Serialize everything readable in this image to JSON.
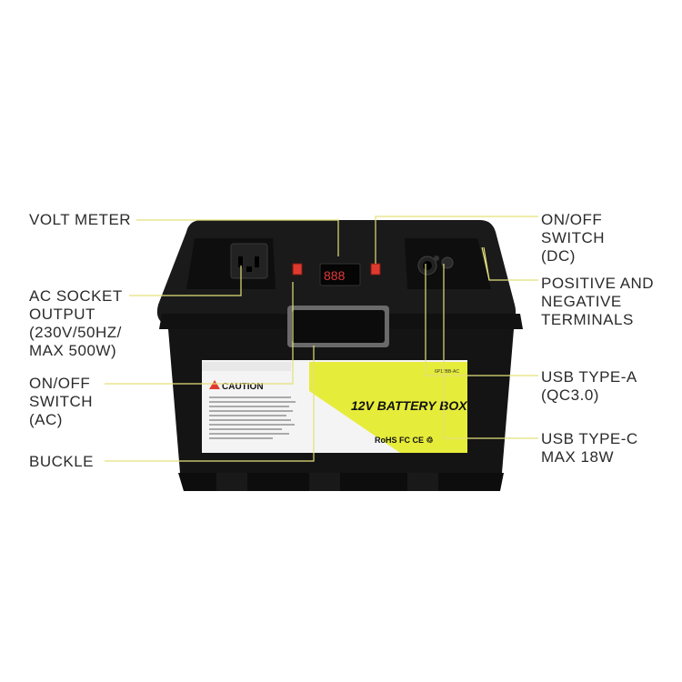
{
  "labels": {
    "volt_meter": [
      "VOLT METER"
    ],
    "ac_socket": [
      "AC SOCKET",
      "OUTPUT",
      "(230V/50HZ/",
      "MAX 500W)"
    ],
    "onoff_ac": [
      "ON/OFF",
      "SWITCH",
      "(AC)"
    ],
    "buckle": [
      "BUCKLE"
    ],
    "onoff_dc": [
      "ON/OFF",
      "SWITCH",
      "(DC)"
    ],
    "terminals": [
      "POSITIVE AND",
      "NEGATIVE",
      "TERMINALS"
    ],
    "usb_a": [
      "USB TYPE-A",
      "(QC3.0)"
    ],
    "usb_c": [
      "USB TYPE-C",
      "MAX 18W"
    ]
  },
  "product": {
    "caution": "CAUTION",
    "title": "12V BATTERY BOX",
    "model": "6P12BB-AC",
    "certs": "RoHS FC CE ♲",
    "meter_reading": "888"
  },
  "colors": {
    "leader_line": "#e3e07a",
    "label_yellow": "#e6ec3a",
    "box": "#151515"
  }
}
